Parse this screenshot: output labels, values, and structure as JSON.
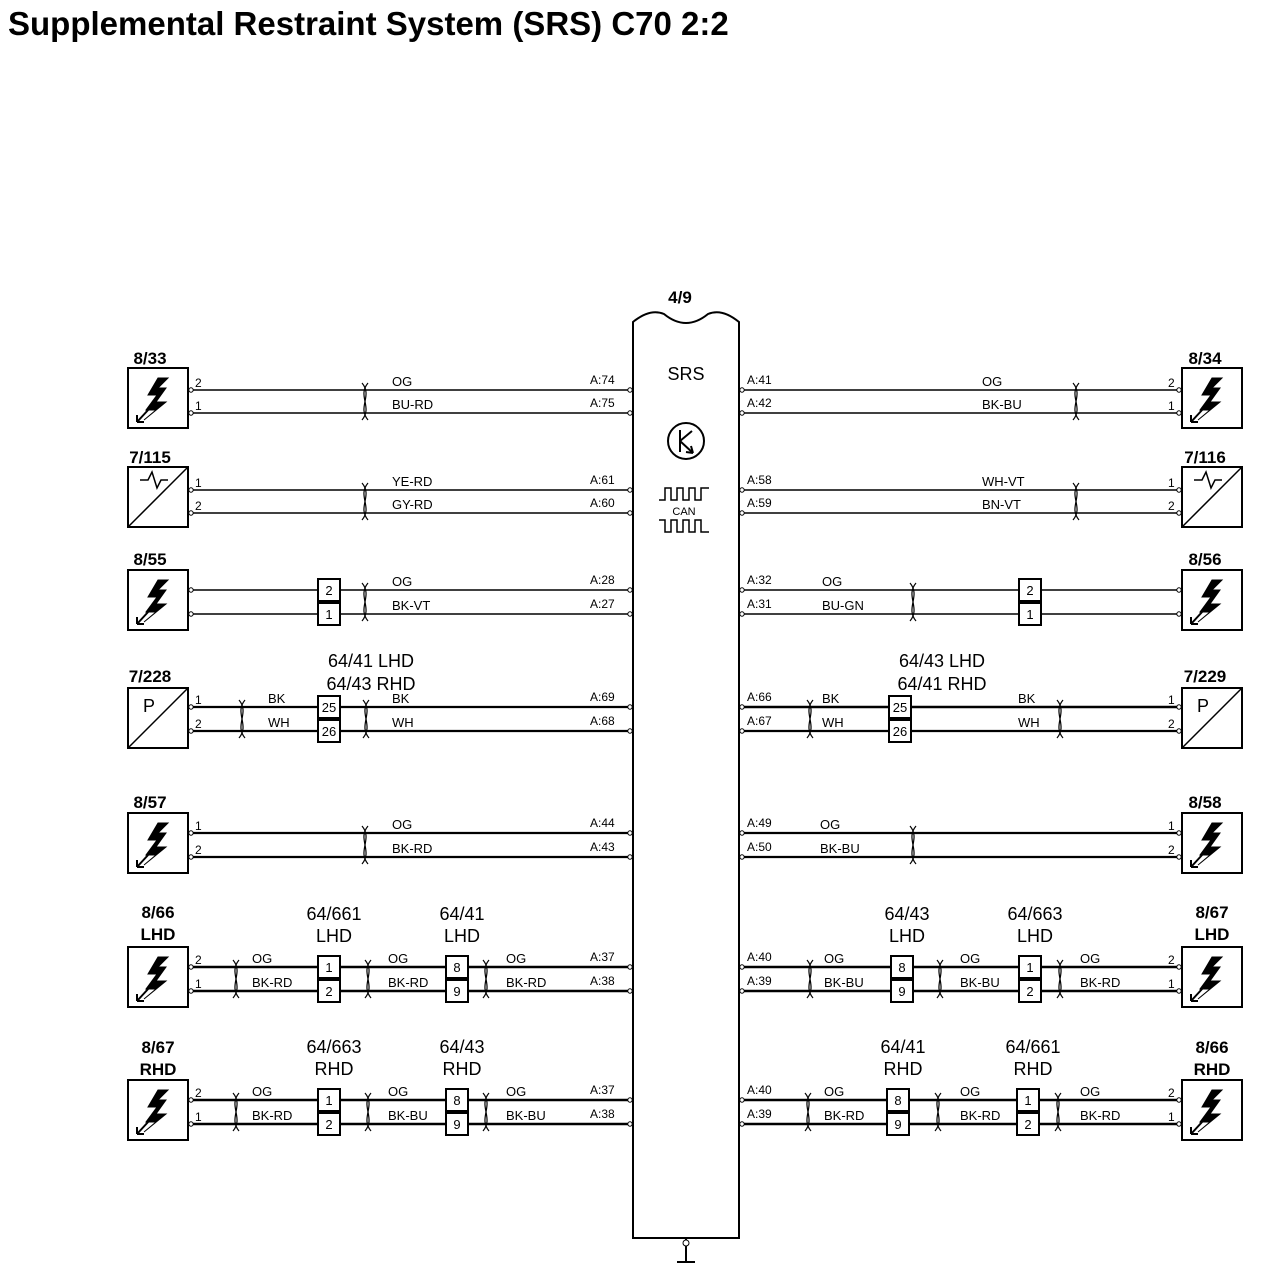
{
  "title": "Supplemental Restraint System (SRS) C70 2:2",
  "module": {
    "id": "4/9",
    "name": "SRS",
    "can_label": "CAN"
  },
  "left_rows": [
    {
      "device": {
        "id": "8/33",
        "icon": "squib-lightning-icon",
        "pins": [
          "2",
          "1"
        ]
      },
      "wires": [
        [
          "OG"
        ],
        [
          "BU-RD"
        ]
      ],
      "pins": [
        "A:74",
        "A:75"
      ],
      "connectors": []
    },
    {
      "device": {
        "id": "7/115",
        "icon": "sensor-waveform-icon",
        "pins": [
          "1",
          "2"
        ]
      },
      "wires": [
        [
          "YE-RD"
        ],
        [
          "GY-RD"
        ]
      ],
      "pins": [
        "A:61",
        "A:60"
      ],
      "connectors": []
    },
    {
      "device": {
        "id": "8/55",
        "icon": "squib-lightning-icon",
        "pins": []
      },
      "wires": [
        [
          "",
          "OG"
        ],
        [
          "",
          "BK-VT"
        ]
      ],
      "pins": [
        "A:28",
        "A:27"
      ],
      "connectors": [
        {
          "name": [],
          "pins": [
            "2",
            "1"
          ]
        }
      ]
    },
    {
      "device": {
        "id": "7/228",
        "icon": "pressure-sensor-icon",
        "glyph": "P",
        "pins": [
          "1",
          "2"
        ]
      },
      "wires": [
        [
          "BK",
          "BK"
        ],
        [
          "WH",
          "WH"
        ]
      ],
      "pins": [
        "A:69",
        "A:68"
      ],
      "connectors": [
        {
          "name": [
            "64/41 LHD",
            "64/43 RHD"
          ],
          "pins": [
            "25",
            "26"
          ]
        }
      ]
    },
    {
      "device": {
        "id": "8/57",
        "icon": "squib-lightning-icon",
        "pins": [
          "1",
          "2"
        ]
      },
      "wires": [
        [
          "OG"
        ],
        [
          "BK-RD"
        ]
      ],
      "pins": [
        "A:44",
        "A:43"
      ],
      "connectors": []
    },
    {
      "device": {
        "id": "8/66",
        "variant": "LHD",
        "icon": "squib-lightning-icon",
        "pins": [
          "2",
          "1"
        ]
      },
      "wires": [
        [
          "OG",
          "OG",
          "OG"
        ],
        [
          "BK-RD",
          "BK-RD",
          "BK-RD"
        ]
      ],
      "pins": [
        "A:37",
        "A:38"
      ],
      "connectors": [
        {
          "name": [
            "64/661",
            "LHD"
          ],
          "pins": [
            "1",
            "2"
          ]
        },
        {
          "name": [
            "64/41",
            "LHD"
          ],
          "pins": [
            "8",
            "9"
          ]
        }
      ]
    },
    {
      "device": {
        "id": "8/67",
        "variant": "RHD",
        "icon": "squib-lightning-icon",
        "pins": [
          "2",
          "1"
        ]
      },
      "wires": [
        [
          "OG",
          "OG",
          "OG"
        ],
        [
          "BK-RD",
          "BK-BU",
          "BK-BU"
        ]
      ],
      "pins": [
        "A:37",
        "A:38"
      ],
      "connectors": [
        {
          "name": [
            "64/663",
            "RHD"
          ],
          "pins": [
            "1",
            "2"
          ]
        },
        {
          "name": [
            "64/43",
            "RHD"
          ],
          "pins": [
            "8",
            "9"
          ]
        }
      ]
    }
  ],
  "right_rows": [
    {
      "device": {
        "id": "8/34",
        "icon": "squib-lightning-icon",
        "pins": [
          "2",
          "1"
        ]
      },
      "wires": [
        [
          "OG"
        ],
        [
          "BK-BU"
        ]
      ],
      "pins": [
        "A:41",
        "A:42"
      ],
      "connectors": []
    },
    {
      "device": {
        "id": "7/116",
        "icon": "sensor-waveform-icon",
        "pins": [
          "1",
          "2"
        ]
      },
      "wires": [
        [
          "WH-VT"
        ],
        [
          "BN-VT"
        ]
      ],
      "pins": [
        "A:58",
        "A:59"
      ],
      "connectors": []
    },
    {
      "device": {
        "id": "8/56",
        "icon": "squib-lightning-icon",
        "pins": []
      },
      "wires": [
        [
          "OG",
          ""
        ],
        [
          "BU-GN",
          ""
        ]
      ],
      "pins": [
        "A:32",
        "A:31"
      ],
      "connectors": [
        {
          "name": [],
          "pins": [
            "2",
            "1"
          ]
        }
      ]
    },
    {
      "device": {
        "id": "7/229",
        "icon": "pressure-sensor-icon",
        "glyph": "P",
        "pins": [
          "1",
          "2"
        ]
      },
      "wires": [
        [
          "BK",
          "BK"
        ],
        [
          "WH",
          "WH"
        ]
      ],
      "pins": [
        "A:66",
        "A:67"
      ],
      "connectors": [
        {
          "name": [
            "64/43 LHD",
            "64/41 RHD"
          ],
          "pins": [
            "25",
            "26"
          ]
        }
      ]
    },
    {
      "device": {
        "id": "8/58",
        "icon": "squib-lightning-icon",
        "pins": [
          "1",
          "2"
        ]
      },
      "wires": [
        [
          "OG"
        ],
        [
          "BK-BU"
        ]
      ],
      "pins": [
        "A:49",
        "A:50"
      ],
      "connectors": []
    },
    {
      "device": {
        "id": "8/67",
        "variant": "LHD",
        "icon": "squib-lightning-icon",
        "pins": [
          "2",
          "1"
        ]
      },
      "wires": [
        [
          "OG",
          "OG",
          "OG"
        ],
        [
          "BK-BU",
          "BK-BU",
          "BK-RD"
        ]
      ],
      "pins": [
        "A:40",
        "A:39"
      ],
      "connectors": [
        {
          "name": [
            "64/43",
            "LHD"
          ],
          "pins": [
            "8",
            "9"
          ]
        },
        {
          "name": [
            "64/663",
            "LHD"
          ],
          "pins": [
            "1",
            "2"
          ]
        }
      ]
    },
    {
      "device": {
        "id": "8/66",
        "variant": "RHD",
        "icon": "squib-lightning-icon",
        "pins": [
          "2",
          "1"
        ]
      },
      "wires": [
        [
          "OG",
          "OG",
          "OG"
        ],
        [
          "BK-RD",
          "BK-RD",
          "BK-RD"
        ]
      ],
      "pins": [
        "A:40",
        "A:39"
      ],
      "connectors": [
        {
          "name": [
            "64/41",
            "RHD"
          ],
          "pins": [
            "8",
            "9"
          ]
        },
        {
          "name": [
            "64/661",
            "RHD"
          ],
          "pins": [
            "1",
            "2"
          ]
        }
      ]
    }
  ]
}
